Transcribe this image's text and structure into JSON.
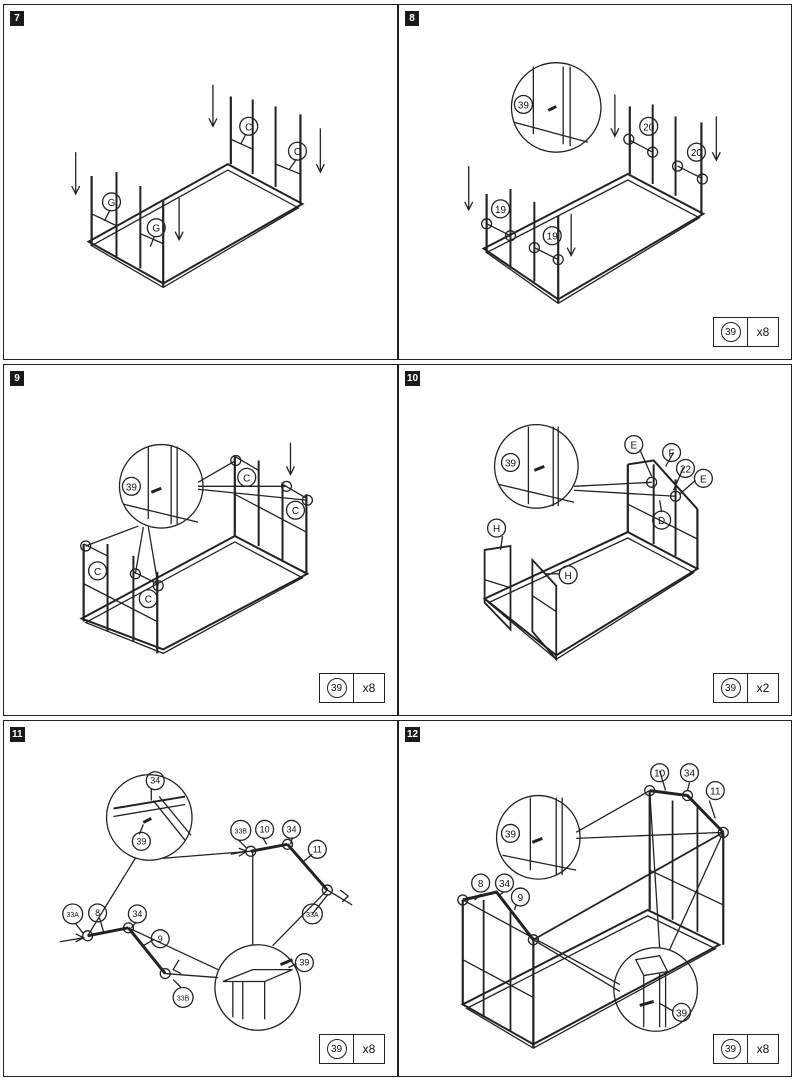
{
  "steps": [
    {
      "number": "7",
      "labels": [
        "C",
        "C",
        "G",
        "G"
      ]
    },
    {
      "number": "8",
      "labels": [
        "39",
        "20",
        "20",
        "19",
        "19"
      ],
      "qty": {
        "part": "39",
        "count": "x8"
      }
    },
    {
      "number": "9",
      "labels": [
        "39",
        "C",
        "C",
        "C",
        "C"
      ],
      "qty": {
        "part": "39",
        "count": "x8"
      }
    },
    {
      "number": "10",
      "labels": [
        "39",
        "E",
        "F",
        "22",
        "E",
        "D",
        "H",
        "H"
      ],
      "qty": {
        "part": "39",
        "count": "x2"
      }
    },
    {
      "number": "11",
      "labels": [
        "34",
        "39",
        "33B",
        "10",
        "34",
        "11",
        "33A",
        "8",
        "34",
        "9",
        "33A",
        "39",
        "33B"
      ],
      "qty": {
        "part": "39",
        "count": "x8"
      }
    },
    {
      "number": "12",
      "labels": [
        "10",
        "34",
        "11",
        "39",
        "8",
        "34",
        "9",
        "39"
      ],
      "qty": {
        "part": "39",
        "count": "x8"
      }
    }
  ]
}
